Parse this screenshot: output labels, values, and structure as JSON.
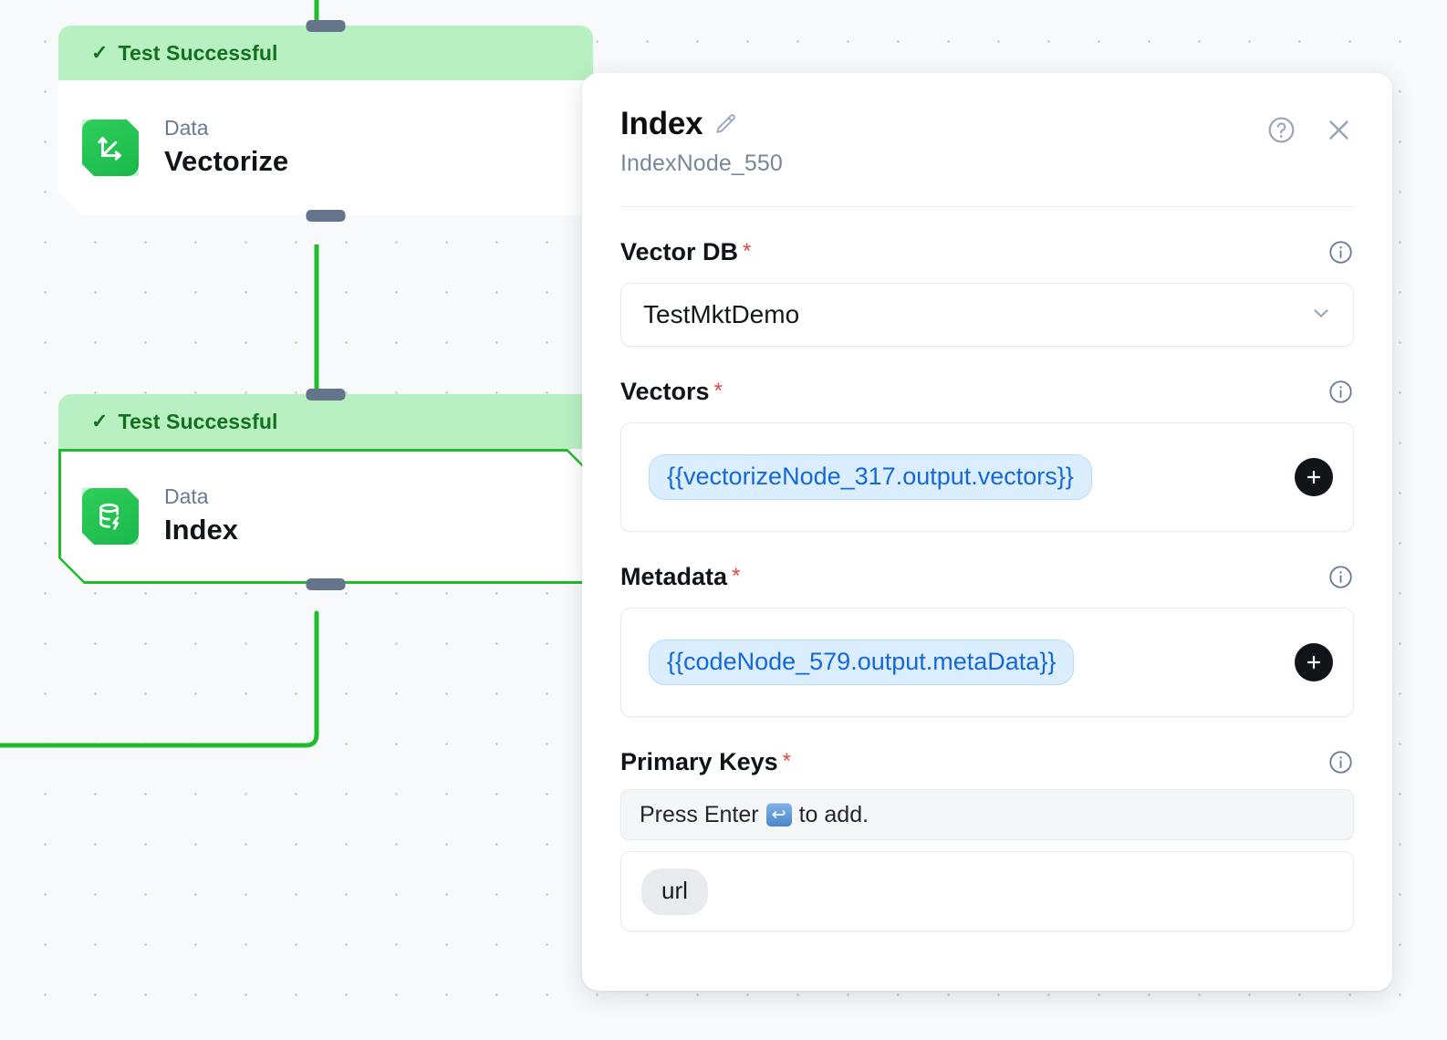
{
  "canvas": {
    "nodes": [
      {
        "status_label": "Test Successful",
        "status_icon": "check-icon",
        "kind": "Data",
        "title": "Vectorize",
        "icon": "vector-axes-icon",
        "selected": false
      },
      {
        "status_label": "Test Successful",
        "status_icon": "check-icon",
        "kind": "Data",
        "title": "Index",
        "icon": "database-bolt-icon",
        "selected": true
      }
    ],
    "colors": {
      "edge": "#22bb2e",
      "status_bg": "#b9f0c2",
      "status_text": "#12711f",
      "node_icon": "#22c55e",
      "handle": "#64748b",
      "selected_border": "#22bb2e"
    }
  },
  "panel": {
    "title": "Index",
    "edit_icon": "pencil-icon",
    "node_id": "IndexNode_550",
    "help_icon": "question-circle-icon",
    "close_icon": "close-icon",
    "fields": [
      {
        "label": "Vector DB",
        "required": "*",
        "info_icon": "info-circle-icon",
        "type": "select",
        "value": "TestMktDemo",
        "chevron_icon": "chevron-down-icon"
      },
      {
        "label": "Vectors",
        "required": "*",
        "info_icon": "info-circle-icon",
        "type": "tokens",
        "token": "{{vectorizeNode_317.output.vectors}}",
        "add_icon": "plus-icon"
      },
      {
        "label": "Metadata",
        "required": "*",
        "info_icon": "info-circle-icon",
        "type": "tokens",
        "token": "{{codeNode_579.output.metaData}}",
        "add_icon": "plus-icon"
      },
      {
        "label": "Primary Keys",
        "required": "*",
        "info_icon": "info-circle-icon",
        "type": "chips",
        "hint_prefix": "Press Enter",
        "hint_key": "↩",
        "hint_suffix": "to add.",
        "chips": [
          "url"
        ]
      }
    ]
  }
}
